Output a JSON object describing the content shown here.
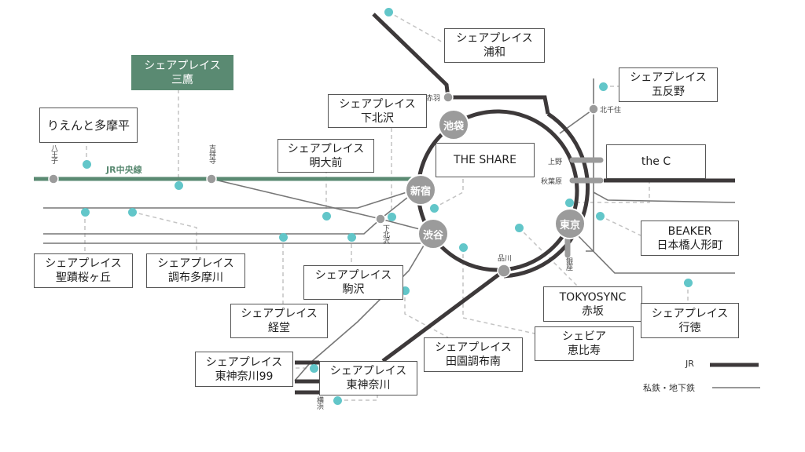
{
  "colors": {
    "jr": "#3d393a",
    "private": "#777777",
    "chuo": "#5a8a72",
    "property_dot": "#62c6c9",
    "hub": "#9b9b9b"
  },
  "line_labels": {
    "chuo": "JR中央線"
  },
  "hubs": {
    "ikebukuro": "池袋",
    "shinjuku": "新宿",
    "shibuya": "渋谷",
    "tokyo": "東京"
  },
  "stations": {
    "akabane": "赤羽",
    "kitasenju": "北千住",
    "ueno": "上野",
    "akihabara": "秋葉原",
    "shinagawa": "品川",
    "ginza": "銀座",
    "hachioji": "八王子",
    "kichijoji": "吉祥寺",
    "shimokitazawa": "下北沢",
    "yokohama": "横浜"
  },
  "properties": {
    "urawa": {
      "line1": "シェアプレイス",
      "line2": "浦和"
    },
    "mitaka": {
      "line1": "シェアプレイス",
      "line2": "三鷹"
    },
    "gotanno": {
      "line1": "シェアプレイス",
      "line2": "五反野"
    },
    "shimokitazawa": {
      "line1": "シェアプレイス",
      "line2": "下北沢"
    },
    "rient": {
      "line1": "りえんと多摩平"
    },
    "meidaimae": {
      "line1": "シェアプレイス",
      "line2": "明大前"
    },
    "theshare": {
      "line1": "THE SHARE"
    },
    "thec": {
      "line1": "the C"
    },
    "beaker": {
      "line1": "BEAKER",
      "line2": "日本橋人形町"
    },
    "seiseki": {
      "line1": "シェアプレイス",
      "line2": "聖蹟桜ヶ丘"
    },
    "chofu": {
      "line1": "シェアプレイス",
      "line2": "調布多摩川"
    },
    "komazawa": {
      "line1": "シェアプレイス",
      "line2": "駒沢"
    },
    "tokyosync": {
      "line1": "TOKYOSYNC",
      "line2": "赤坂"
    },
    "kyodo": {
      "line1": "シェアプレイス",
      "line2": "経堂"
    },
    "gyotoku": {
      "line1": "シェアプレイス",
      "line2": "行徳"
    },
    "denenchofu": {
      "line1": "シェアプレイス",
      "line2": "田園調布南"
    },
    "shevia": {
      "line1": "シェビア",
      "line2": "恵比寿"
    },
    "higashikanagawa99": {
      "line1": "シェアプレイス",
      "line2": "東神奈川99"
    },
    "higashikanagawa": {
      "line1": "シェアプレイス",
      "line2": "東神奈川"
    }
  },
  "legend": {
    "jr": "JR",
    "private": "私鉄・地下鉄"
  }
}
